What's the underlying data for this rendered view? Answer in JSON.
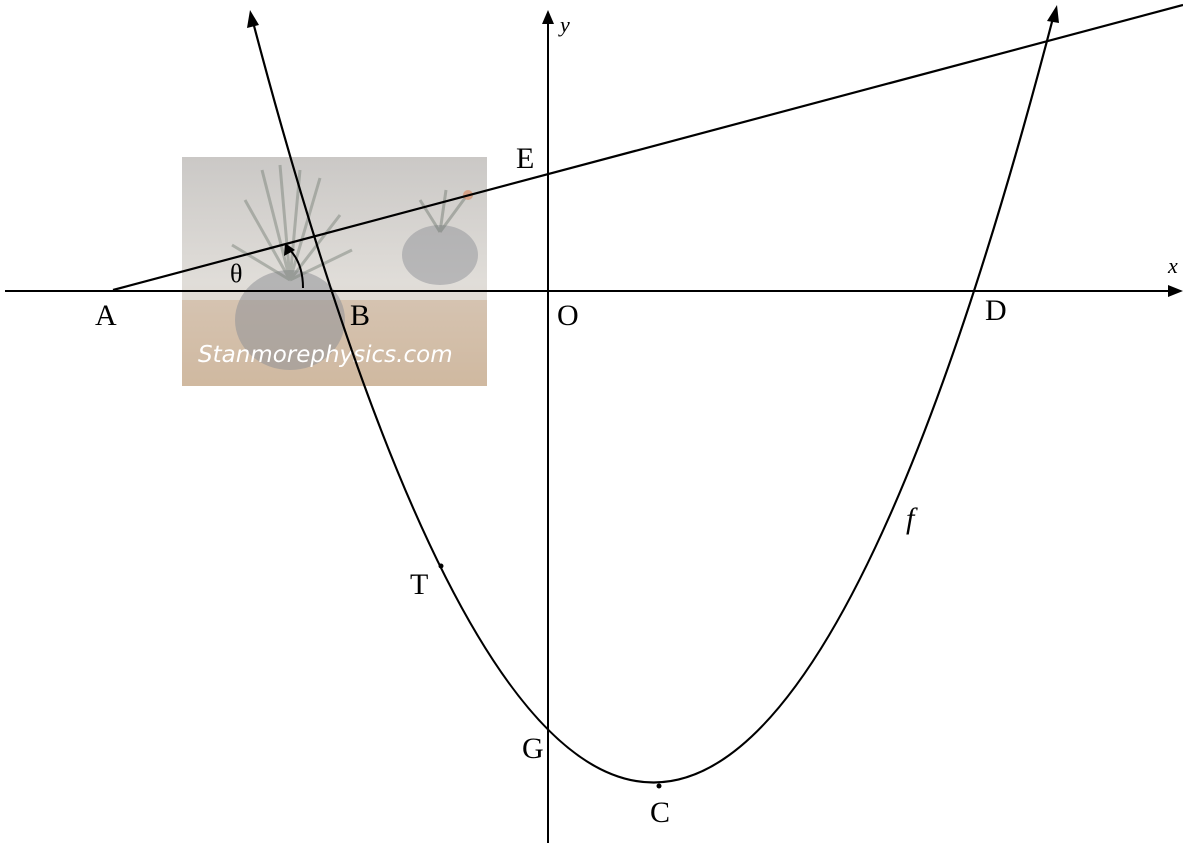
{
  "axes": {
    "x_label": "x",
    "y_label": "y"
  },
  "points": {
    "A": "A",
    "B": "B",
    "O": "O",
    "D": "D",
    "E": "E",
    "T": "T",
    "G": "G",
    "C": "C"
  },
  "labels": {
    "curve": "f",
    "angle": "θ"
  },
  "watermark": {
    "text": "Stanmorephysics.com"
  },
  "colors": {
    "ink": "#000000",
    "photo_bg": "#c9c2b8",
    "watermark_text": "#ffffff"
  }
}
